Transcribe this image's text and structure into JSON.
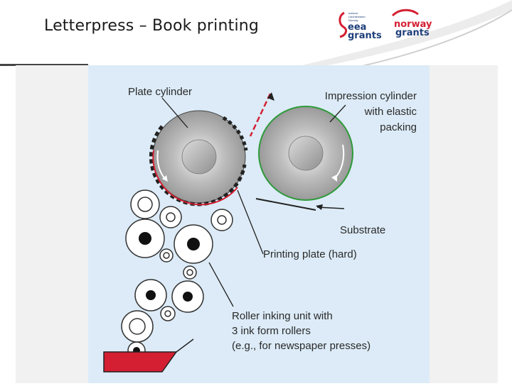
{
  "header": {
    "title": "Letterpress – Book printing",
    "eea_logo": {
      "line1": "eea",
      "line2": "grants",
      "small_text": [
        "Iceland",
        "Liechtenstein",
        "Norway"
      ]
    },
    "norway_logo": {
      "line1": "norway",
      "line2": "grants"
    }
  },
  "diagram": {
    "labels": {
      "plate_cylinder": "Plate cylinder",
      "impression_line1": "Impression cylinder",
      "impression_line2": "with elastic",
      "impression_line3": "packing",
      "substrate": "Substrate",
      "printing_plate": "Printing plate (hard)",
      "roller_line1": "Roller inking unit with",
      "roller_line2": "3 ink form rollers",
      "roller_line3": "(e.g., for newspaper presses)"
    }
  },
  "colors": {
    "accent_red": "#d41f32",
    "navy": "#1f3f7a",
    "diagram_bg": "#dcebf7",
    "impression_edge": "#2e9a3a"
  }
}
